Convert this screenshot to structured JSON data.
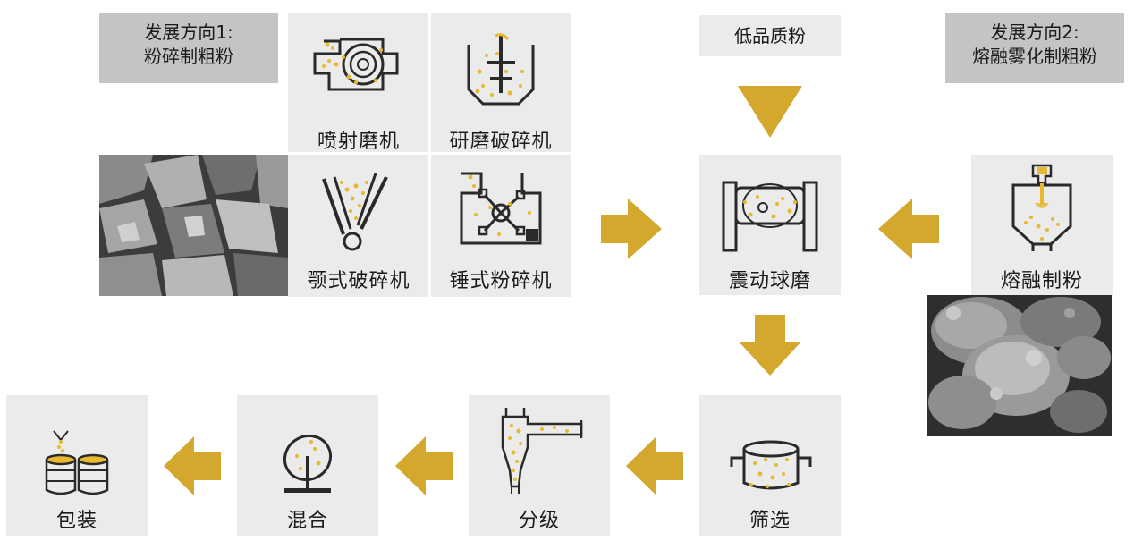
{
  "direction1": {
    "line1": "发展方向1:",
    "line2": "粉碎制粗粉"
  },
  "direction2": {
    "line1": "发展方向2:",
    "line2": "熔融雾化制粗粉"
  },
  "input_label": "低品质粉",
  "crushers": {
    "jet_mill": "喷射磨机",
    "grinding_crusher": "研磨破碎机",
    "jaw_crusher": "颚式破碎机",
    "hammer_crusher": "锤式粉碎机"
  },
  "vibration_mill": "震动球磨",
  "melt_powder": "熔融制粉",
  "steps": {
    "screening": "筛选",
    "classifying": "分级",
    "mixing": "混合",
    "packaging": "包装"
  },
  "colors": {
    "arrow": "#d4a82c",
    "box": "#ebebeb",
    "direction_box": "#c4c4c4",
    "powder": "#e8b830",
    "icon_stroke": "#2a2a2a"
  }
}
